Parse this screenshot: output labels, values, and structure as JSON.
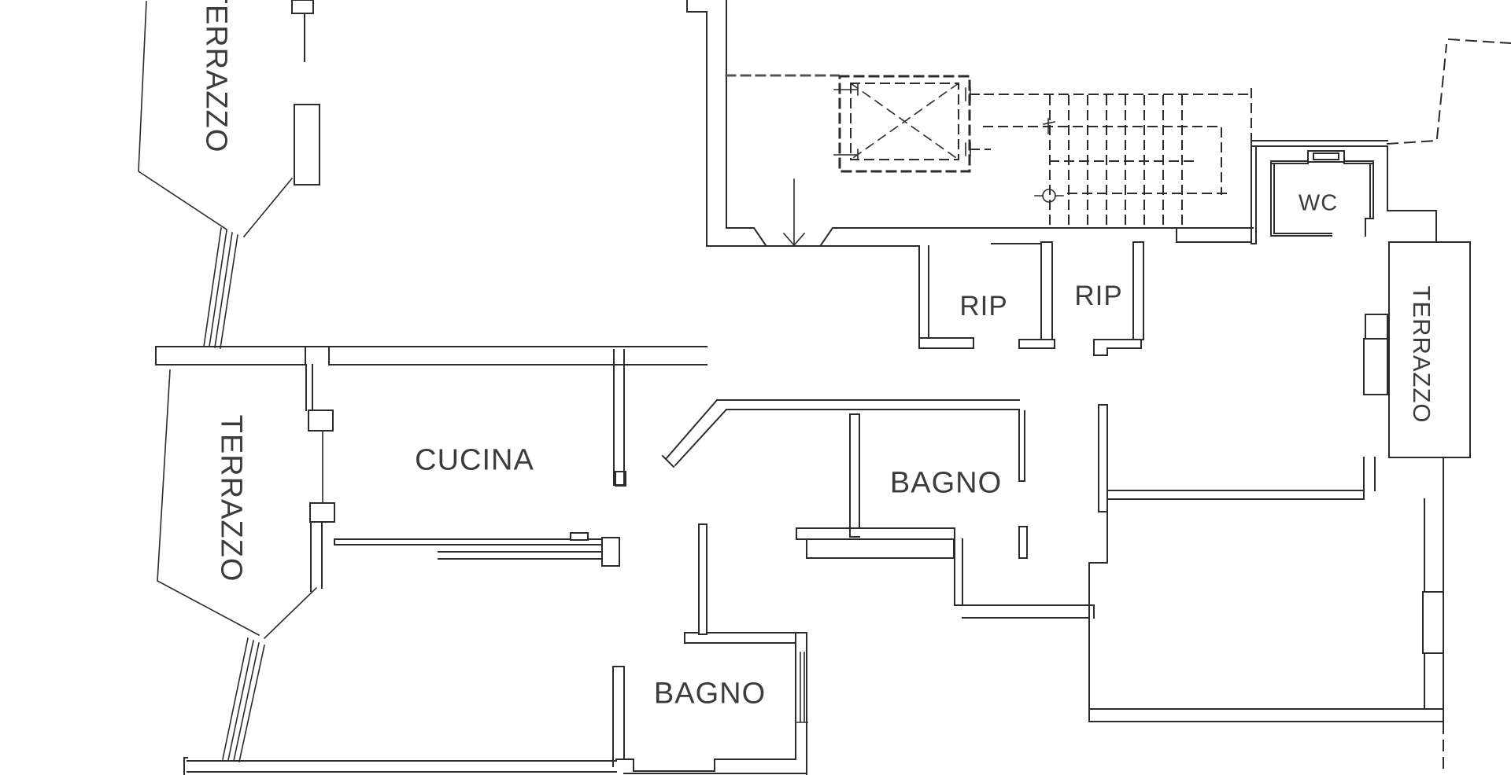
{
  "drawing": {
    "type": "apartment floor plan",
    "background_color": "#ffffff",
    "line_color": "#2b2b2b",
    "label_color": "#3c3c3c"
  },
  "rooms": [
    {
      "id": "terrazzo-top-left",
      "label": "TERRAZZO"
    },
    {
      "id": "terrazzo-left",
      "label": "TERRAZZO"
    },
    {
      "id": "terrazzo-right",
      "label": "TERRAZZO"
    },
    {
      "id": "cucina",
      "label": "CUCINA"
    },
    {
      "id": "bagno-upper",
      "label": "BAGNO"
    },
    {
      "id": "bagno-lower",
      "label": "BAGNO"
    },
    {
      "id": "rip-left",
      "label": "RIP"
    },
    {
      "id": "rip-right",
      "label": "RIP"
    },
    {
      "id": "wc",
      "label": "WC"
    }
  ]
}
